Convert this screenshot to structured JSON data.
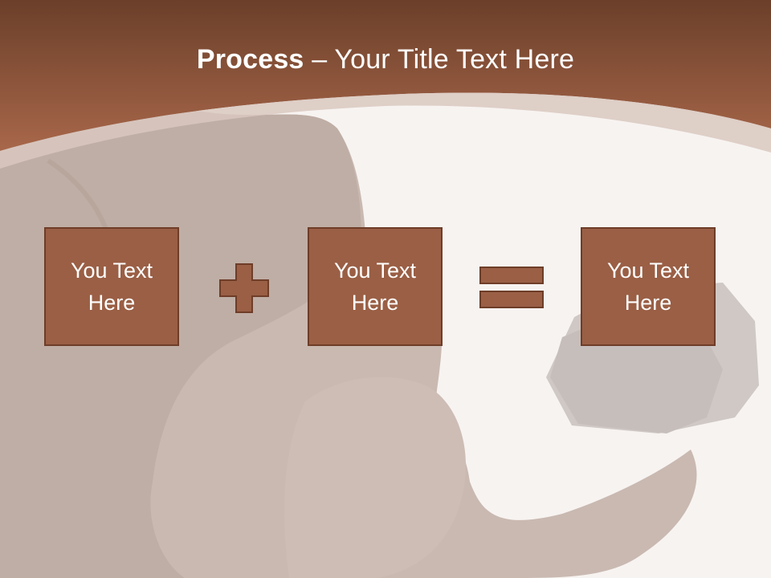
{
  "slide": {
    "title": {
      "bold": "Process",
      "rest": " – Your Title Text Here"
    },
    "boxes": [
      {
        "text": "You Text Here"
      },
      {
        "text": "You Text Here"
      },
      {
        "text": "You Text Here"
      }
    ],
    "operators": [
      "plus-icon",
      "equals-icon"
    ]
  },
  "colors": {
    "header_band": "#8a5038",
    "box_fill": "#9a5f45",
    "box_border": "#6e3d28",
    "background": "#f7f3f1",
    "text": "#ffffff"
  }
}
